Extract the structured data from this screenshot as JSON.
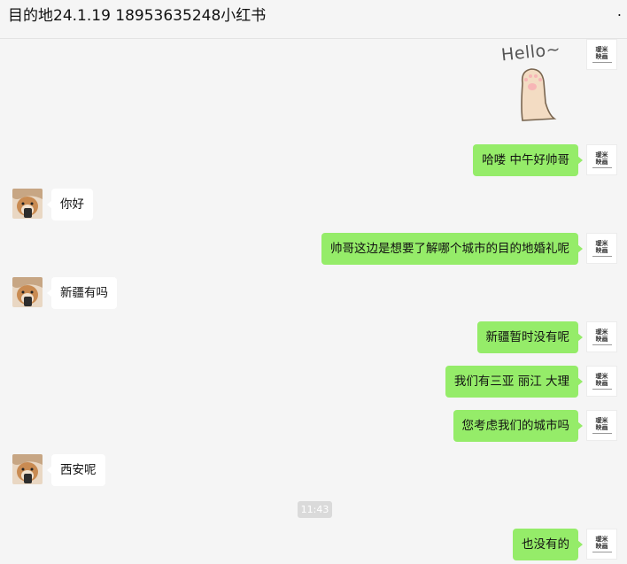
{
  "header": {
    "title": "目的地24.1.19 18953635248小红书",
    "more": "."
  },
  "my_avatar": {
    "logo_line1": "瑷米",
    "logo_line2": "映画"
  },
  "sticker": {
    "text": "Hello~"
  },
  "messages": [
    {
      "sender": "me",
      "text": "哈喽 中午好帅哥"
    },
    {
      "sender": "other",
      "text": "你好"
    },
    {
      "sender": "me",
      "text": "帅哥这边是想要了解哪个城市的目的地婚礼呢"
    },
    {
      "sender": "other",
      "text": "新疆有吗"
    },
    {
      "sender": "me",
      "text": "新疆暂时没有呢"
    },
    {
      "sender": "me",
      "text": "我们有三亚 丽江 大理"
    },
    {
      "sender": "me",
      "text": "您考虑我们的城市吗"
    },
    {
      "sender": "other",
      "text": "西安呢"
    },
    {
      "sender": "me",
      "text": "也没有的"
    }
  ],
  "timestamp": "11:43",
  "colors": {
    "my_bubble": "#95ec69",
    "other_bubble": "#ffffff",
    "background": "#f5f5f5"
  }
}
